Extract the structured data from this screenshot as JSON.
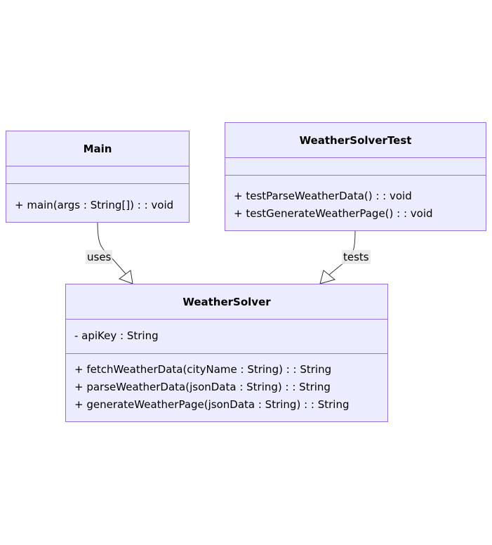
{
  "diagram": {
    "type": "class-diagram",
    "colors": {
      "fill": "#ECECFF",
      "border": "#9370DB",
      "edge": "#333333",
      "label_bg": "#E8E8E8"
    },
    "classes": {
      "main": {
        "name": "Main",
        "attributes": [],
        "methods": [
          "+ main(args : String[]) : : void"
        ]
      },
      "test": {
        "name": "WeatherSolverTest",
        "attributes": [],
        "methods": [
          "+ testParseWeatherData() : : void",
          "+ testGenerateWeatherPage() : : void"
        ]
      },
      "solver": {
        "name": "WeatherSolver",
        "attributes": [
          "- apiKey : String"
        ],
        "methods": [
          "+ fetchWeatherData(cityName : String) : : String",
          "+ parseWeatherData(jsonData : String) : : String",
          "+ generateWeatherPage(jsonData : String) : : String"
        ]
      }
    },
    "relations": [
      {
        "from": "Main",
        "to": "WeatherSolver",
        "label": "uses",
        "arrow": "hollow-triangle"
      },
      {
        "from": "WeatherSolverTest",
        "to": "WeatherSolver",
        "label": "tests",
        "arrow": "hollow-triangle"
      }
    ]
  }
}
